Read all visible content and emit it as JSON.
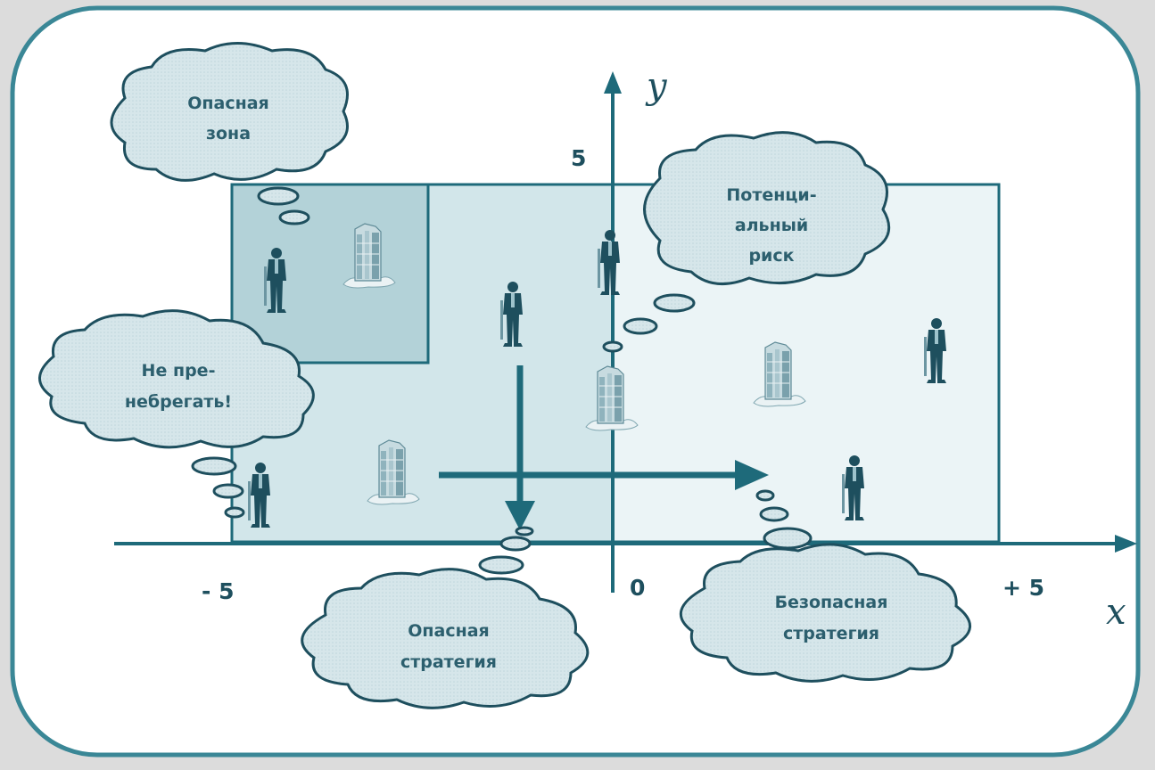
{
  "colors": {
    "frame": "#3a8796",
    "line": "#1e6a7a",
    "zone_dark": "#b3d2d8",
    "zone_mid": "#d2e6ea",
    "zone_light": "#ebf4f6",
    "cloud_fill": "#d9e8ec",
    "text": "#2c5f6e"
  },
  "axes": {
    "x_label": "x",
    "y_label": "y",
    "origin_label": "0",
    "x_min_label": "- 5",
    "x_max_label": "+ 5",
    "y_max_label": "5"
  },
  "clouds": {
    "danger_zone": [
      "Опасная",
      "зона"
    ],
    "potential_risk": [
      "Потенци-",
      "альный",
      "риск"
    ],
    "do_not_neglect": [
      "Не пре-",
      "небрегать!"
    ],
    "danger_strategy": [
      "Опасная",
      "стратегия"
    ],
    "safe_strategy": [
      "Безопасная",
      "стратегия"
    ]
  },
  "icons": {
    "person": "person-icon",
    "building": "building-icon",
    "arrow": "arrow-icon",
    "cloud": "thought-cloud-icon"
  }
}
